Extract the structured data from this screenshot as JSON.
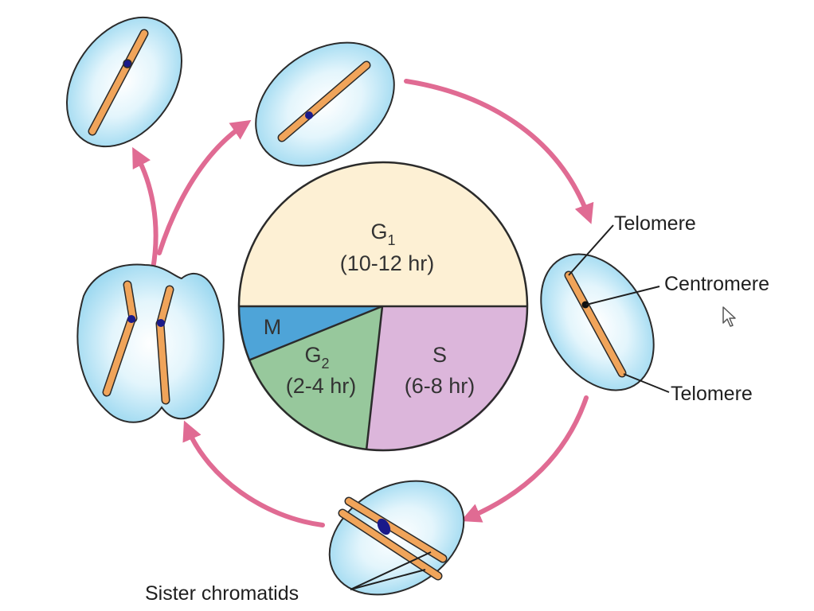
{
  "diagram": {
    "phases": {
      "g1": {
        "letter": "G",
        "sub": "1",
        "duration": "(10-12 hr)",
        "color": "#fdf0d4"
      },
      "s": {
        "letter": "S",
        "duration": "(6-8 hr)",
        "color": "#dcb6db"
      },
      "g2": {
        "letter": "G",
        "sub": "2",
        "duration": "(2-4 hr)",
        "color": "#97c89c"
      },
      "m": {
        "letter": "M",
        "color": "#4ea4d8"
      }
    },
    "labels": {
      "telomere_top": "Telomere",
      "centromere": "Centromere",
      "telomere_bottom": "Telomere",
      "sister_chromatids": "Sister chromatids"
    },
    "colors": {
      "arrow": "#e06b93",
      "chromosome": "#f0a45a",
      "centromere": "#1a1a8a",
      "cell_edge": "#2b2b2b"
    }
  }
}
